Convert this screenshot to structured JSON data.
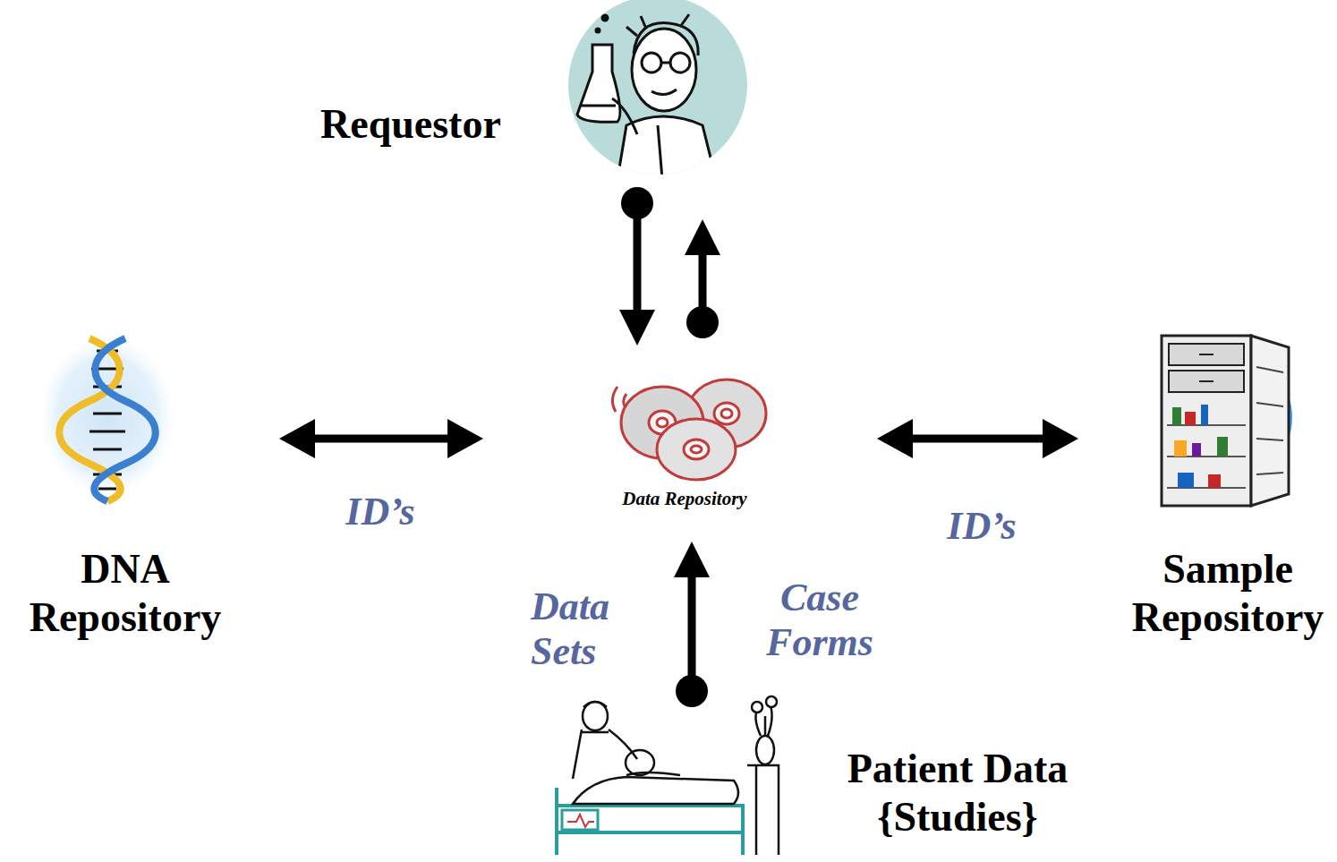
{
  "diagram": {
    "nodes": [
      {
        "text": [
          "Requestor"
        ]
      },
      {
        "text": [
          "Data Repository"
        ]
      },
      {
        "text": [
          "DNA Repository"
        ]
      },
      {
        "text": [
          "Sample Repository"
        ]
      },
      {
        "text": [
          "Patient Data {Studies}"
        ]
      }
    ],
    "edges": [
      {
        "from": 0,
        "to": 1,
        "arrow": "to"
      },
      {
        "from": 1,
        "to": 0,
        "arrow": "to"
      },
      {
        "from": 2,
        "to": 1,
        "arrow": "both",
        "label": "ID’s"
      },
      {
        "from": 1,
        "to": 3,
        "arrow": "both",
        "label": "ID’s"
      },
      {
        "from": 4,
        "to": 1,
        "arrow": "to",
        "label": "Data Sets"
      }
    ],
    "labels": [
      "Case Forms"
    ]
  }
}
